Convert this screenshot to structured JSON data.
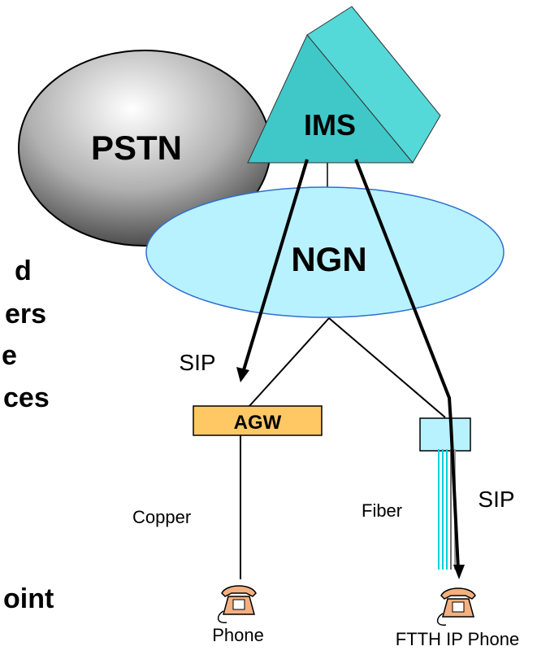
{
  "nodes": {
    "pstn": "PSTN",
    "ims": "IMS",
    "ngn": "NGN",
    "agw": "AGW"
  },
  "left_text_fragments": [
    "d",
    "ers",
    "e",
    "ces",
    "oint"
  ],
  "labels": {
    "sip_left": "SIP",
    "sip_right": "SIP",
    "copper": "Copper",
    "fiber": "Fiber",
    "phone": "Phone",
    "ftth_phone": "FTTH IP Phone"
  },
  "colors": {
    "ims_fill": "#40C8C8",
    "ngn_fill": "#B8F2FF",
    "agw_fill": "#FFC864",
    "ont_fill": "#B8F2FF",
    "fiber_cyan": "#00D0E0"
  }
}
